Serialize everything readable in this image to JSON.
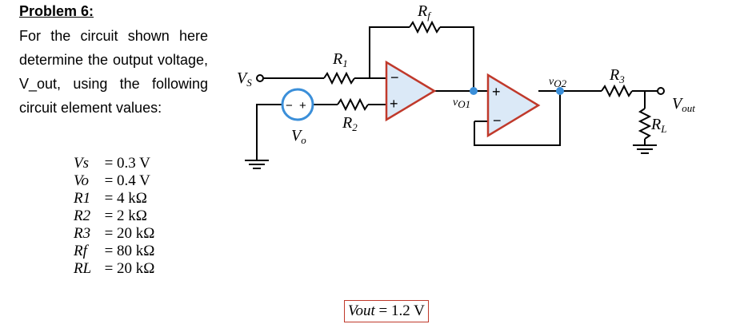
{
  "problem": {
    "title": "Problem 6:",
    "text": "For the circuit shown here determine the output voltage, V_out, using the following circuit element values:"
  },
  "values": [
    {
      "symbol": "Vs",
      "value": "0.3 V"
    },
    {
      "symbol": "Vo",
      "value": "0.4 V"
    },
    {
      "symbol": "R1",
      "value": "4 kΩ"
    },
    {
      "symbol": "R2",
      "value": "2 kΩ"
    },
    {
      "symbol": "R3",
      "value": "20 kΩ"
    },
    {
      "symbol": "Rf",
      "value": "80 kΩ"
    },
    {
      "symbol": "RL",
      "value": "20 kΩ"
    }
  ],
  "answer": {
    "symbol": "Vout",
    "value": "1.2 V"
  },
  "circuit": {
    "labels": {
      "vs": "V",
      "vs_sub": "S",
      "vo": "V",
      "vo_sub": "o",
      "r1": "R",
      "r1_sub": "1",
      "r2": "R",
      "r2_sub": "2",
      "rf": "R",
      "rf_sub": "f",
      "r3": "R",
      "r3_sub": "3",
      "rl": "R",
      "rl_sub": "L",
      "vout": "V",
      "vout_sub": "out",
      "vo1": "v",
      "vo1_sub": "O1",
      "vo2": "v",
      "vo2_sub": "O2",
      "plus": "+",
      "minus": "−",
      "source_plus": "+",
      "source_minus": "−"
    },
    "colors": {
      "opamp_stroke": "#c0392b",
      "opamp_fill": "#dbe9f7",
      "node": "#3b8fd9",
      "wire": "#000000"
    }
  }
}
